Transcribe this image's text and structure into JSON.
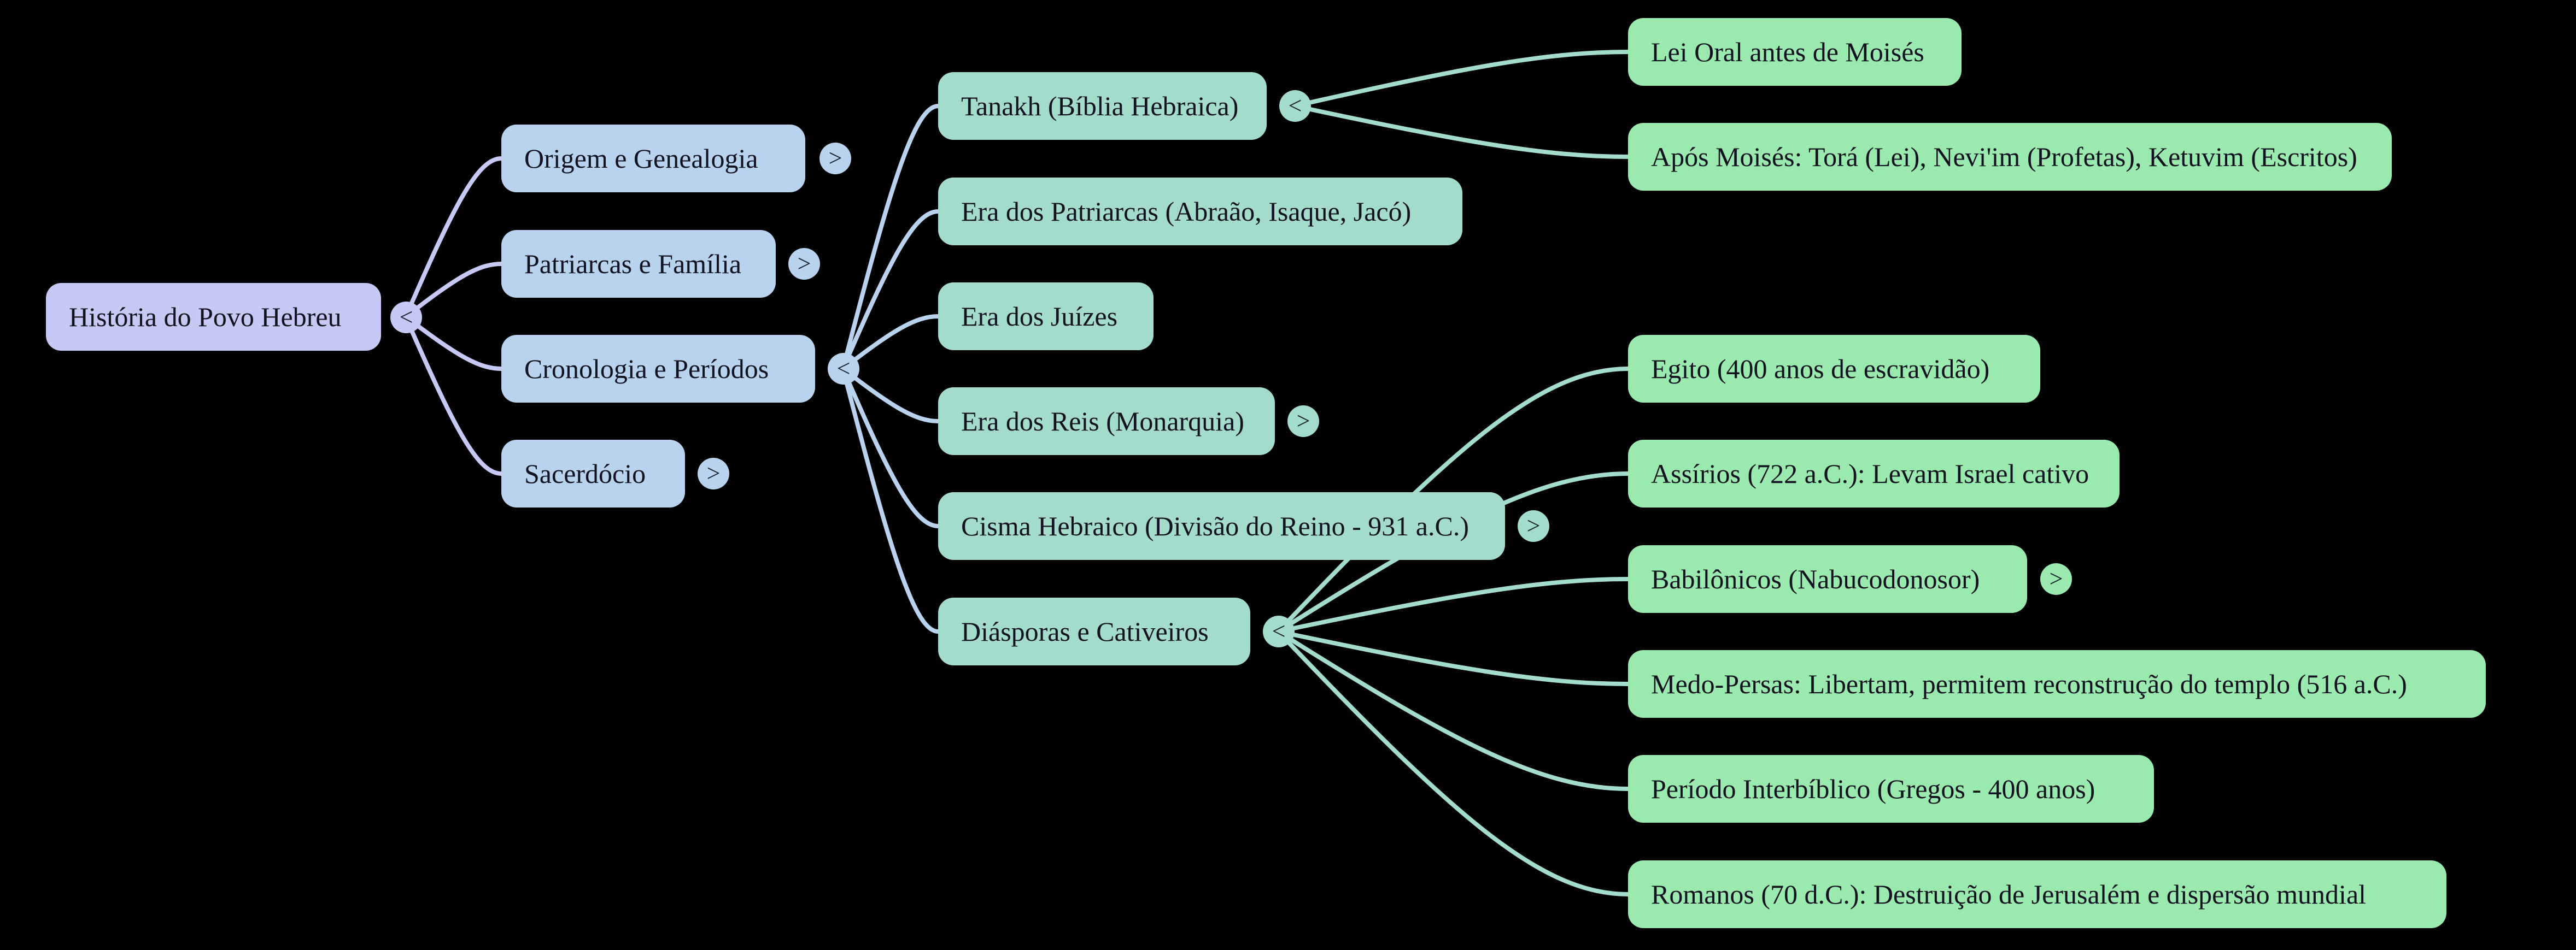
{
  "colors": {
    "background": "#000000",
    "level1_fill": "#c6c9f3",
    "level2_fill": "#b9d3ee",
    "level3_fill": "#a3dccd",
    "level4_fill": "#9ae9af",
    "edge_level1": "#c6c9f3",
    "edge_level2": "#b9d3ee",
    "edge_level3": "#a3dccd",
    "text": "#121220"
  },
  "toggle_glyphs": {
    "expanded": "<",
    "collapsed": ">"
  },
  "tree": {
    "label": "História do Povo Hebreu",
    "toggle": "<",
    "children": [
      {
        "label": "Origem e Genealogia",
        "toggle": ">"
      },
      {
        "label": "Patriarcas e Família",
        "toggle": ">"
      },
      {
        "label": "Cronologia e Períodos",
        "toggle": "<",
        "children": [
          {
            "label": "Tanakh (Bíblia Hebraica)",
            "toggle": "<",
            "children": [
              {
                "label": "Lei Oral antes de Moisés"
              },
              {
                "label": "Após Moisés: Torá (Lei), Nevi'im (Profetas), Ketuvim (Escritos)"
              }
            ]
          },
          {
            "label": "Era dos Patriarcas (Abraão, Isaque, Jacó)"
          },
          {
            "label": "Era dos Juízes"
          },
          {
            "label": "Era dos Reis (Monarquia)",
            "toggle": ">"
          },
          {
            "label": "Cisma Hebraico (Divisão do Reino - 931 a.C.)",
            "toggle": ">"
          },
          {
            "label": "Diásporas e Cativeiros",
            "toggle": "<",
            "children": [
              {
                "label": "Egito (400 anos de escravidão)"
              },
              {
                "label": "Assírios (722 a.C.): Levam Israel cativo"
              },
              {
                "label": "Babilônicos (Nabucodonosor)",
                "toggle": ">"
              },
              {
                "label": "Medo-Persas: Libertam, permitem reconstrução do templo (516 a.C.)"
              },
              {
                "label": "Período Interbíblico (Gregos - 400 anos)"
              },
              {
                "label": "Romanos (70 d.C.): Destruição de Jerusalém e dispersão mundial"
              }
            ]
          }
        ]
      },
      {
        "label": "Sacerdócio",
        "toggle": ">"
      }
    ]
  }
}
